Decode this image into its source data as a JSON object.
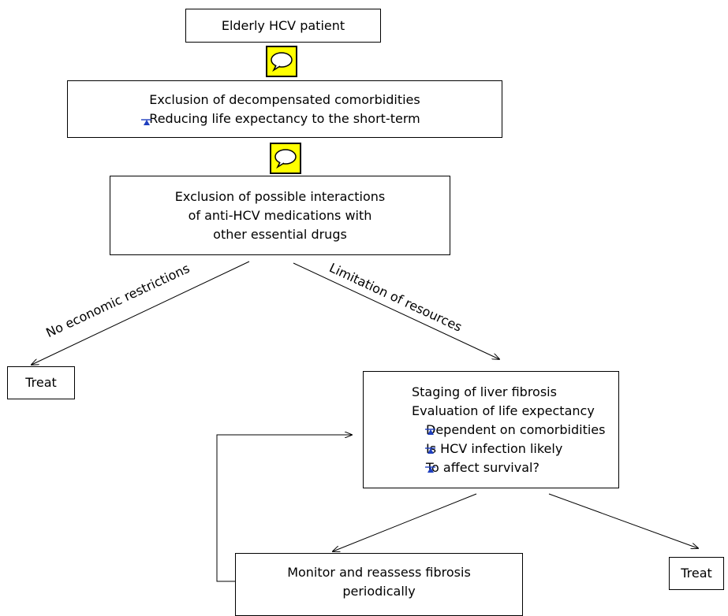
{
  "nodes": {
    "start": "Elderly HCV patient",
    "exclusion_comorbidities": [
      "Exclusion of decompensated comorbidities",
      "Reducing life expectancy to the short-term"
    ],
    "exclusion_interactions": [
      "Exclusion of possible interactions",
      "of anti-HCV medications with",
      "other essential drugs"
    ],
    "treat_left": "Treat",
    "staging": [
      "Staging of liver fibrosis",
      "Evaluation of life expectancy",
      "Dependent on comorbidities",
      "Is HCV infection likely",
      "To affect survival?"
    ],
    "monitor": [
      "Monitor and reassess fibrosis",
      "periodically"
    ],
    "treat_right": "Treat"
  },
  "edges": {
    "no_economic": "No economic restrictions",
    "limitation": "Limitation of resources"
  },
  "icons": {
    "note_1": "speech-bubble-icon",
    "note_2": "speech-bubble-icon"
  },
  "colors": {
    "note_fill": "#ffff00",
    "mark_blue": "#1f3fbf"
  }
}
